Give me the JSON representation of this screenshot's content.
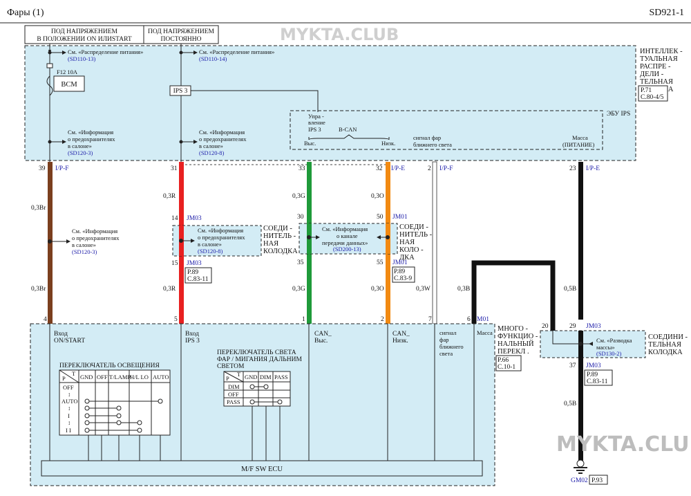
{
  "header": {
    "title": "Фары  (1)",
    "code": "SD921-1"
  },
  "watermark": "MYKTA.CLUB",
  "supply": {
    "on_start": [
      "ПОД НАПРЯЖЕНИЕМ",
      "В ПОЛОЖЕНИИ ON  ИЛИSTART"
    ],
    "constant": [
      "ПОД НАПРЯЖЕНИЕМ",
      "ПОСТОЯННО"
    ]
  },
  "junction_box": {
    "title": [
      "ИНТЕЛЛЕК -",
      "ТУАЛЬНАЯ",
      "РАСПРЕ  -",
      "ДЕЛИ -",
      "ТЕЛЬНАЯ",
      "КОРОБКА"
    ],
    "ref": [
      "P.71",
      "C.80-4/5"
    ],
    "power_dist_left": "См. «Распределение    питания»",
    "power_dist_left_ref": "(SD110-13)",
    "power_dist_right": "См. «Распределение    питания»",
    "power_dist_right_ref": "(SD110-14)",
    "fuse_label": "F12 10A",
    "bcm": "BCM",
    "ips3": "IPS 3",
    "fuse_info_left": [
      "См. «Информация",
      "о предохранителях",
      "в салоне»"
    ],
    "fuse_info_left_ref": "(SD120-3)",
    "fuse_info_right": [
      "См. «Информация",
      "о предохранителях",
      "в салоне»"
    ],
    "fuse_info_right_ref": "(SD120-8)"
  },
  "ips_ecu": {
    "title": "ЭБУ IPS",
    "ctrl": [
      "Упра -",
      "вление",
      "IPS 3"
    ],
    "bcan": "B-CAN",
    "high": "Выс.",
    "low": "Низк.",
    "signal": [
      "сигнал  фар",
      "ближнего  света"
    ],
    "ground": [
      "Масса",
      "(ПИТАНИЕ)"
    ]
  },
  "pins_top": [
    {
      "num": "39",
      "conn": "I/P-F"
    },
    {
      "num": "31",
      "conn": ""
    },
    {
      "num": "33",
      "conn": ""
    },
    {
      "num": "32",
      "conn": "I/P-E"
    },
    {
      "num": "2",
      "conn": "I/P-F"
    },
    {
      "num": "23",
      "conn": "I/P-E"
    }
  ],
  "wires": [
    {
      "name": "0,3Br",
      "color": "#7b3f1e"
    },
    {
      "name": "0,3R",
      "color": "#e82020"
    },
    {
      "name": "0,3G",
      "color": "#1f9a3a"
    },
    {
      "name": "0,3O",
      "color": "#f28a12"
    },
    {
      "name": "0,3W",
      "color": "#ffffff"
    },
    {
      "name": "0,3B",
      "color": "#111111"
    },
    {
      "name": "0,5B",
      "color": "#111111"
    }
  ],
  "wire_labels": {
    "brown_top": "0,3Br",
    "brown_bottom": "0,3Br",
    "red_top": "0,3R",
    "red_bottom": "0,3R",
    "green_top": "0,3G",
    "green_bottom": "0,3G",
    "orange_top": "0,3O",
    "orange_bottom": "0,3O",
    "white": "0,3W",
    "mf_black": "0,3B",
    "gnd_top": "0,5B",
    "gnd_bottom": "0,5B"
  },
  "fuse_info_mid": [
    "См. «Информация",
    "о предохранителях",
    "в салоне»"
  ],
  "fuse_info_mid_ref": "(SD120-3)",
  "jm03": {
    "pin_top": "14",
    "conn_top": "JM03",
    "pin_bottom": "15",
    "conn_bottom": "JM03",
    "info": [
      "См. «Информация",
      "о предохранителях",
      "в салоне»"
    ],
    "info_ref": "(SD120-8)",
    "ref": [
      "P.89",
      "C.83-11"
    ]
  },
  "jm01": {
    "pin_top_l": "30",
    "pin_top_r": "50",
    "conn_top": "JM01",
    "pin_bottom_l": "35",
    "pin_bottom_r": "55",
    "conn_bottom": "JM01",
    "info": [
      "См. «Информация",
      "о канале",
      "передачи    данных»"
    ],
    "info_ref": "(SD200-13)",
    "ref": [
      "P.89",
      "C.83-9"
    ]
  },
  "conn_left": [
    "СОЕДИ -",
    "НИТЕЛЬ -",
    "НАЯ",
    "КОЛОДКА"
  ],
  "conn_mid": [
    "СОЕДИ -",
    "НИТЕЛЬ -",
    "НАЯ",
    "КОЛО -",
    "ДКА"
  ],
  "mf_switch": {
    "pins": [
      "4",
      "5",
      "1",
      "2",
      "7",
      "6"
    ],
    "conn": "M01",
    "in_start": [
      "Вход",
      "ON/START"
    ],
    "in_ips": [
      "Вход",
      "IPS 3"
    ],
    "can_high": [
      "CAN_",
      "Выс."
    ],
    "can_low": [
      "CAN_",
      "Низк."
    ],
    "signal": [
      "сигнал",
      "фар",
      "ближнего",
      "света"
    ],
    "mass": "Масса",
    "title": [
      "МНОГО -",
      "ФУНКЦИО -",
      "НАЛЬНЫЙ",
      "ПЕРЕКЛ ."
    ],
    "ref": [
      "P.66",
      "C.10-1"
    ],
    "ecu": "M/F SW ECU"
  },
  "light_switch": {
    "title": "ПЕРЕКЛЮЧАТЕЛЬ    ОСВЕЩЕНИЯ",
    "cols": [
      "GND",
      "OFF",
      "T/LAMP",
      "H/L LO",
      "AUTO"
    ],
    "rows": [
      "OFF",
      "↕",
      "AUTO",
      "↕",
      "I",
      "↕",
      "I I"
    ]
  },
  "beam_switch": {
    "title": [
      "ПЕРЕКЛЮЧАТЕЛЬ  СВЕТА",
      "ФАР / МИГАНИЯ ДАЛЬНИМ",
      "СВЕТОМ"
    ],
    "cols": [
      "GND",
      "DIM",
      "PASS"
    ],
    "rows": [
      "DIM",
      "OFF",
      "PASS"
    ]
  },
  "ground_splice": {
    "pin_l": "20",
    "pin_r": "29",
    "conn": "JM03",
    "info": [
      "См. «Разводка",
      "массы»"
    ],
    "info_ref": "(SD130-2)",
    "title": [
      "СОЕДИНИ -",
      "ТЕЛЬНАЯ",
      "КОЛОДКА"
    ],
    "pin_bottom": "37",
    "conn_bottom": "JM03",
    "ref": [
      "P.89",
      "C.83-11"
    ],
    "ground": "GM02",
    "ground_ref": "P.93"
  }
}
